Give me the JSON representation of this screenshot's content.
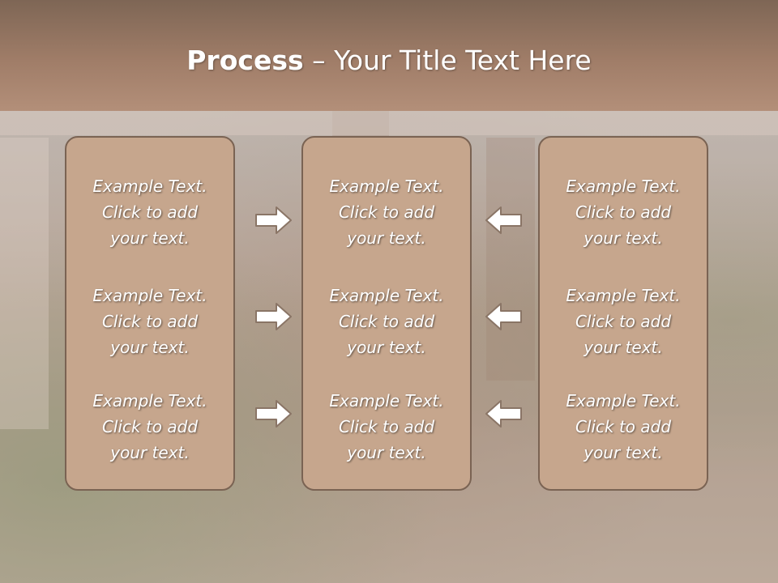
{
  "slide": {
    "title_bold": "Process",
    "title_rest": " – Your Title Text Here"
  },
  "columns": [
    {
      "cells": [
        {
          "line1": "Example Text.",
          "line2": "Click  to add",
          "line3": "your text."
        },
        {
          "line1": "Example Text.",
          "line2": "Click  to add",
          "line3": "your text."
        },
        {
          "line1": "Example Text.",
          "line2": "Click  to add",
          "line3": "your text."
        }
      ]
    },
    {
      "cells": [
        {
          "line1": "Example Text.",
          "line2": "Click  to add",
          "line3": "your text."
        },
        {
          "line1": "Example Text.",
          "line2": "Click  to add",
          "line3": "your text."
        },
        {
          "line1": "Example Text.",
          "line2": "Click  to add",
          "line3": "your text."
        }
      ]
    },
    {
      "cells": [
        {
          "line1": "Example Text.",
          "line2": "Click  to add",
          "line3": "your text."
        },
        {
          "line1": "Example Text.",
          "line2": "Click  to add",
          "line3": "your text."
        },
        {
          "line1": "Example Text.",
          "line2": "Click  to add",
          "line3": "your text."
        }
      ]
    }
  ],
  "colors": {
    "title_bar": "#a07d68",
    "box_fill": "#c6a68d",
    "box_border": "#7a6353",
    "arrow_fill": "#ffffff",
    "arrow_stroke": "#8a7566"
  },
  "icons": {
    "left_arrows": "arrow-right-icon",
    "right_arrows": "arrow-left-icon"
  }
}
